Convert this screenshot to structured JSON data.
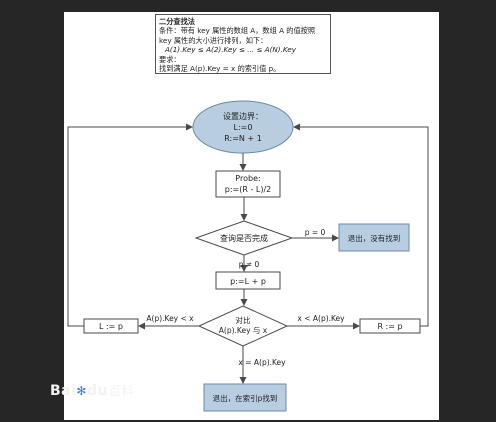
{
  "note": {
    "title": "二分查找法",
    "lines": [
      "条件：带有 key 属性的数组 A，数组 A 的值按照",
      "key 属性的大小进行排列，如下：",
      "A(1).Key ≤ A(2).Key ≤ ... ≤ A(N).Key",
      "要求：",
      "找到满足 A(p).Key = x 的索引值 p。"
    ]
  },
  "nodes": {
    "init": [
      "设置边界：",
      "L:=0",
      "R:=N + 1"
    ],
    "probe": [
      "Probe:",
      "p:=(R - L)/2"
    ],
    "check": "查询是否完成",
    "fail": "退出，没有找到",
    "add": "p:=L + p",
    "compare": [
      "对比",
      "A(p).Key 与 x"
    ],
    "setL": "L := p",
    "setR": "R := p",
    "found": "退出，在索引p找到"
  },
  "edges": {
    "p_zero": "p = 0",
    "p_nonzero": "p ≠ 0",
    "less": "A(p).Key < x",
    "greater": "x < A(p).Key",
    "equal": "x = A(p).Key"
  },
  "watermark": {
    "brand": "Bai",
    "brand2": "du",
    "cn": "百科"
  },
  "colors": {
    "node_fill": "#b8cde0",
    "box_fill": "#ffffff",
    "stroke": "#4a4a4a"
  }
}
